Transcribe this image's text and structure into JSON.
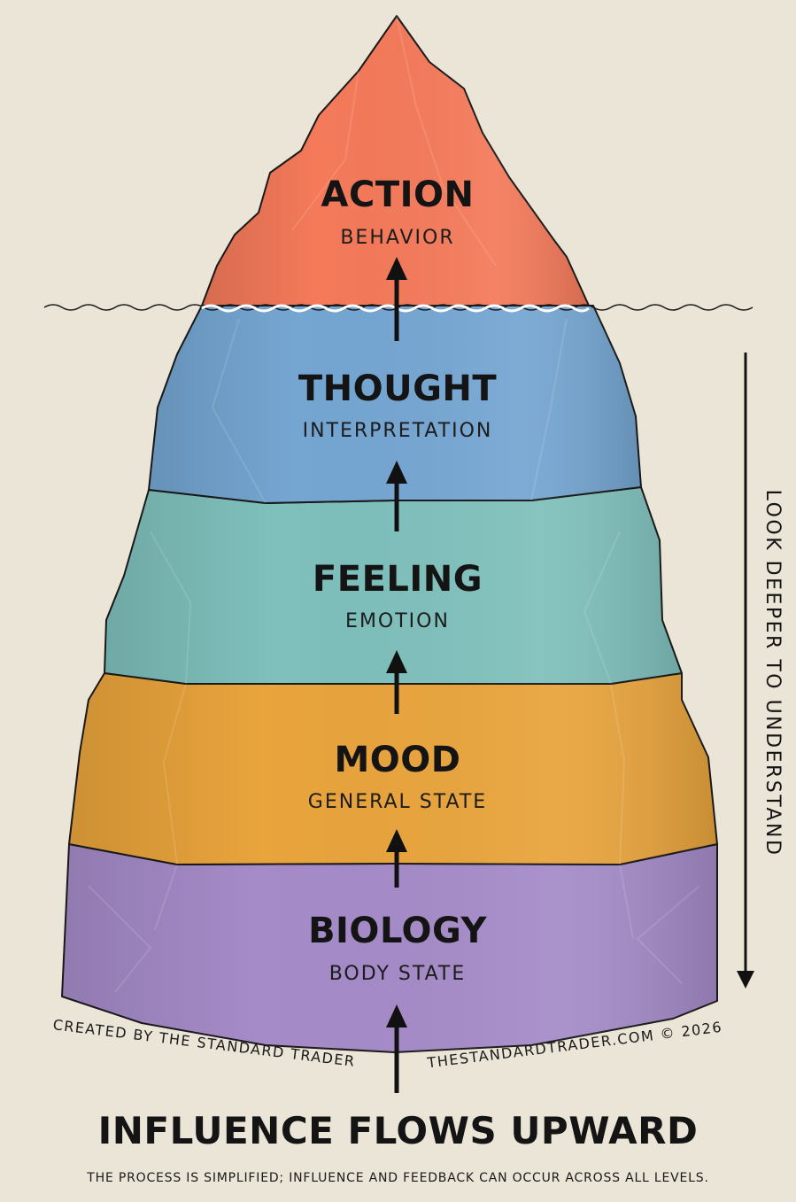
{
  "layers": [
    {
      "title": "ACTION",
      "subtitle": "BEHAVIOR",
      "color": "#f47a5a"
    },
    {
      "title": "THOUGHT",
      "subtitle": "INTERPRETATION",
      "color": "#75a6d2"
    },
    {
      "title": "FEELING",
      "subtitle": "EMOTION",
      "color": "#7fc0bc"
    },
    {
      "title": "MOOD",
      "subtitle": "GENERAL STATE",
      "color": "#e9a43c"
    },
    {
      "title": "BIOLOGY",
      "subtitle": "BODY STATE",
      "color": "#a58bc8"
    }
  ],
  "side_label": "LOOK DEEPER TO UNDERSTAND",
  "credit_left": "CREATED BY THE STANDARD TRADER",
  "credit_right": "THESTANDARDTRADER.COM © 2026",
  "title": "INFLUENCE FLOWS UPWARD",
  "footnote": "THE PROCESS IS SIMPLIFIED; INFLUENCE AND FEEDBACK CAN OCCUR ACROSS ALL LEVELS.",
  "colors": {
    "background": "#ebe5d8",
    "outline": "#1a1a1a"
  }
}
